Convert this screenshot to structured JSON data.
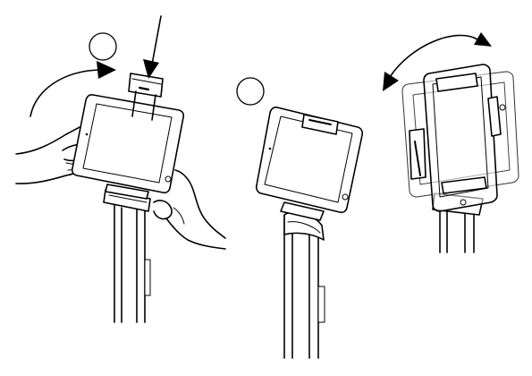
{
  "figure": {
    "background": "#ffffff",
    "line_color": "#000000",
    "steps": [
      {
        "label": "",
        "marker": "circle-marker"
      },
      {
        "label": "",
        "marker": "circle-marker"
      },
      {
        "label": "",
        "marker": "none"
      }
    ],
    "icons": [
      "curved-arrow-icon",
      "down-arrow-icon",
      "rotate-arrows-icon",
      "hand-icon"
    ]
  }
}
